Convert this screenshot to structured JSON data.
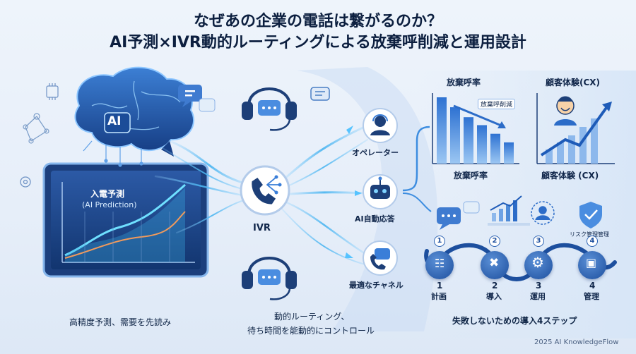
{
  "title": {
    "line1": "なぜあの企業の電話は繋がるのか？",
    "line2": "AI予測×IVR動的ルーティングによる放棄呼削減と運用設計"
  },
  "left": {
    "ai_badge": "AI",
    "forecast_label": "入電予測",
    "forecast_sub": "(AI Prediction)",
    "caption": "高精度予測、需要を先読み"
  },
  "center": {
    "ivr_label": "IVR",
    "channels": [
      {
        "label": "オペレーター",
        "icon": "operator-icon"
      },
      {
        "label": "AI自動応答",
        "icon": "robot-icon"
      },
      {
        "label": "最適なチャネル",
        "icon": "chat-phone-icon"
      }
    ],
    "caption_line1": "動的ルーティング、",
    "caption_line2": "待ち時間を能動的にコントロール"
  },
  "right": {
    "abandon_title": "放棄呼率",
    "abandon_tag": "放棄呼削減",
    "abandon_bottom": "放棄呼率",
    "cx_title": "顧客体験(CX)",
    "cx_bottom": "顧客体験 (CX)",
    "risk_label": "リスク管理管理",
    "steps": [
      {
        "num": "1",
        "label": "計画",
        "icon": "clipboard-icon"
      },
      {
        "num": "2",
        "label": "導入",
        "icon": "wrench-icon"
      },
      {
        "num": "3",
        "label": "運用",
        "icon": "gear-icon"
      },
      {
        "num": "4",
        "label": "管理",
        "icon": "briefcase-icon"
      }
    ],
    "caption": "失敗しないための導入4ステップ"
  },
  "footer": "2025 AI KnowledgeFlow",
  "chart_data": {
    "type": "bar",
    "title": "放棄呼率",
    "categories": [
      "",
      "",
      "",
      "",
      "",
      ""
    ],
    "values": [
      100,
      85,
      70,
      58,
      45,
      32
    ],
    "ylim": [
      0,
      100
    ]
  },
  "colors": {
    "primary": "#1d4f9e",
    "accent": "#3f8de0",
    "glow": "#7fd3ff",
    "orange": "#f29a5b"
  }
}
